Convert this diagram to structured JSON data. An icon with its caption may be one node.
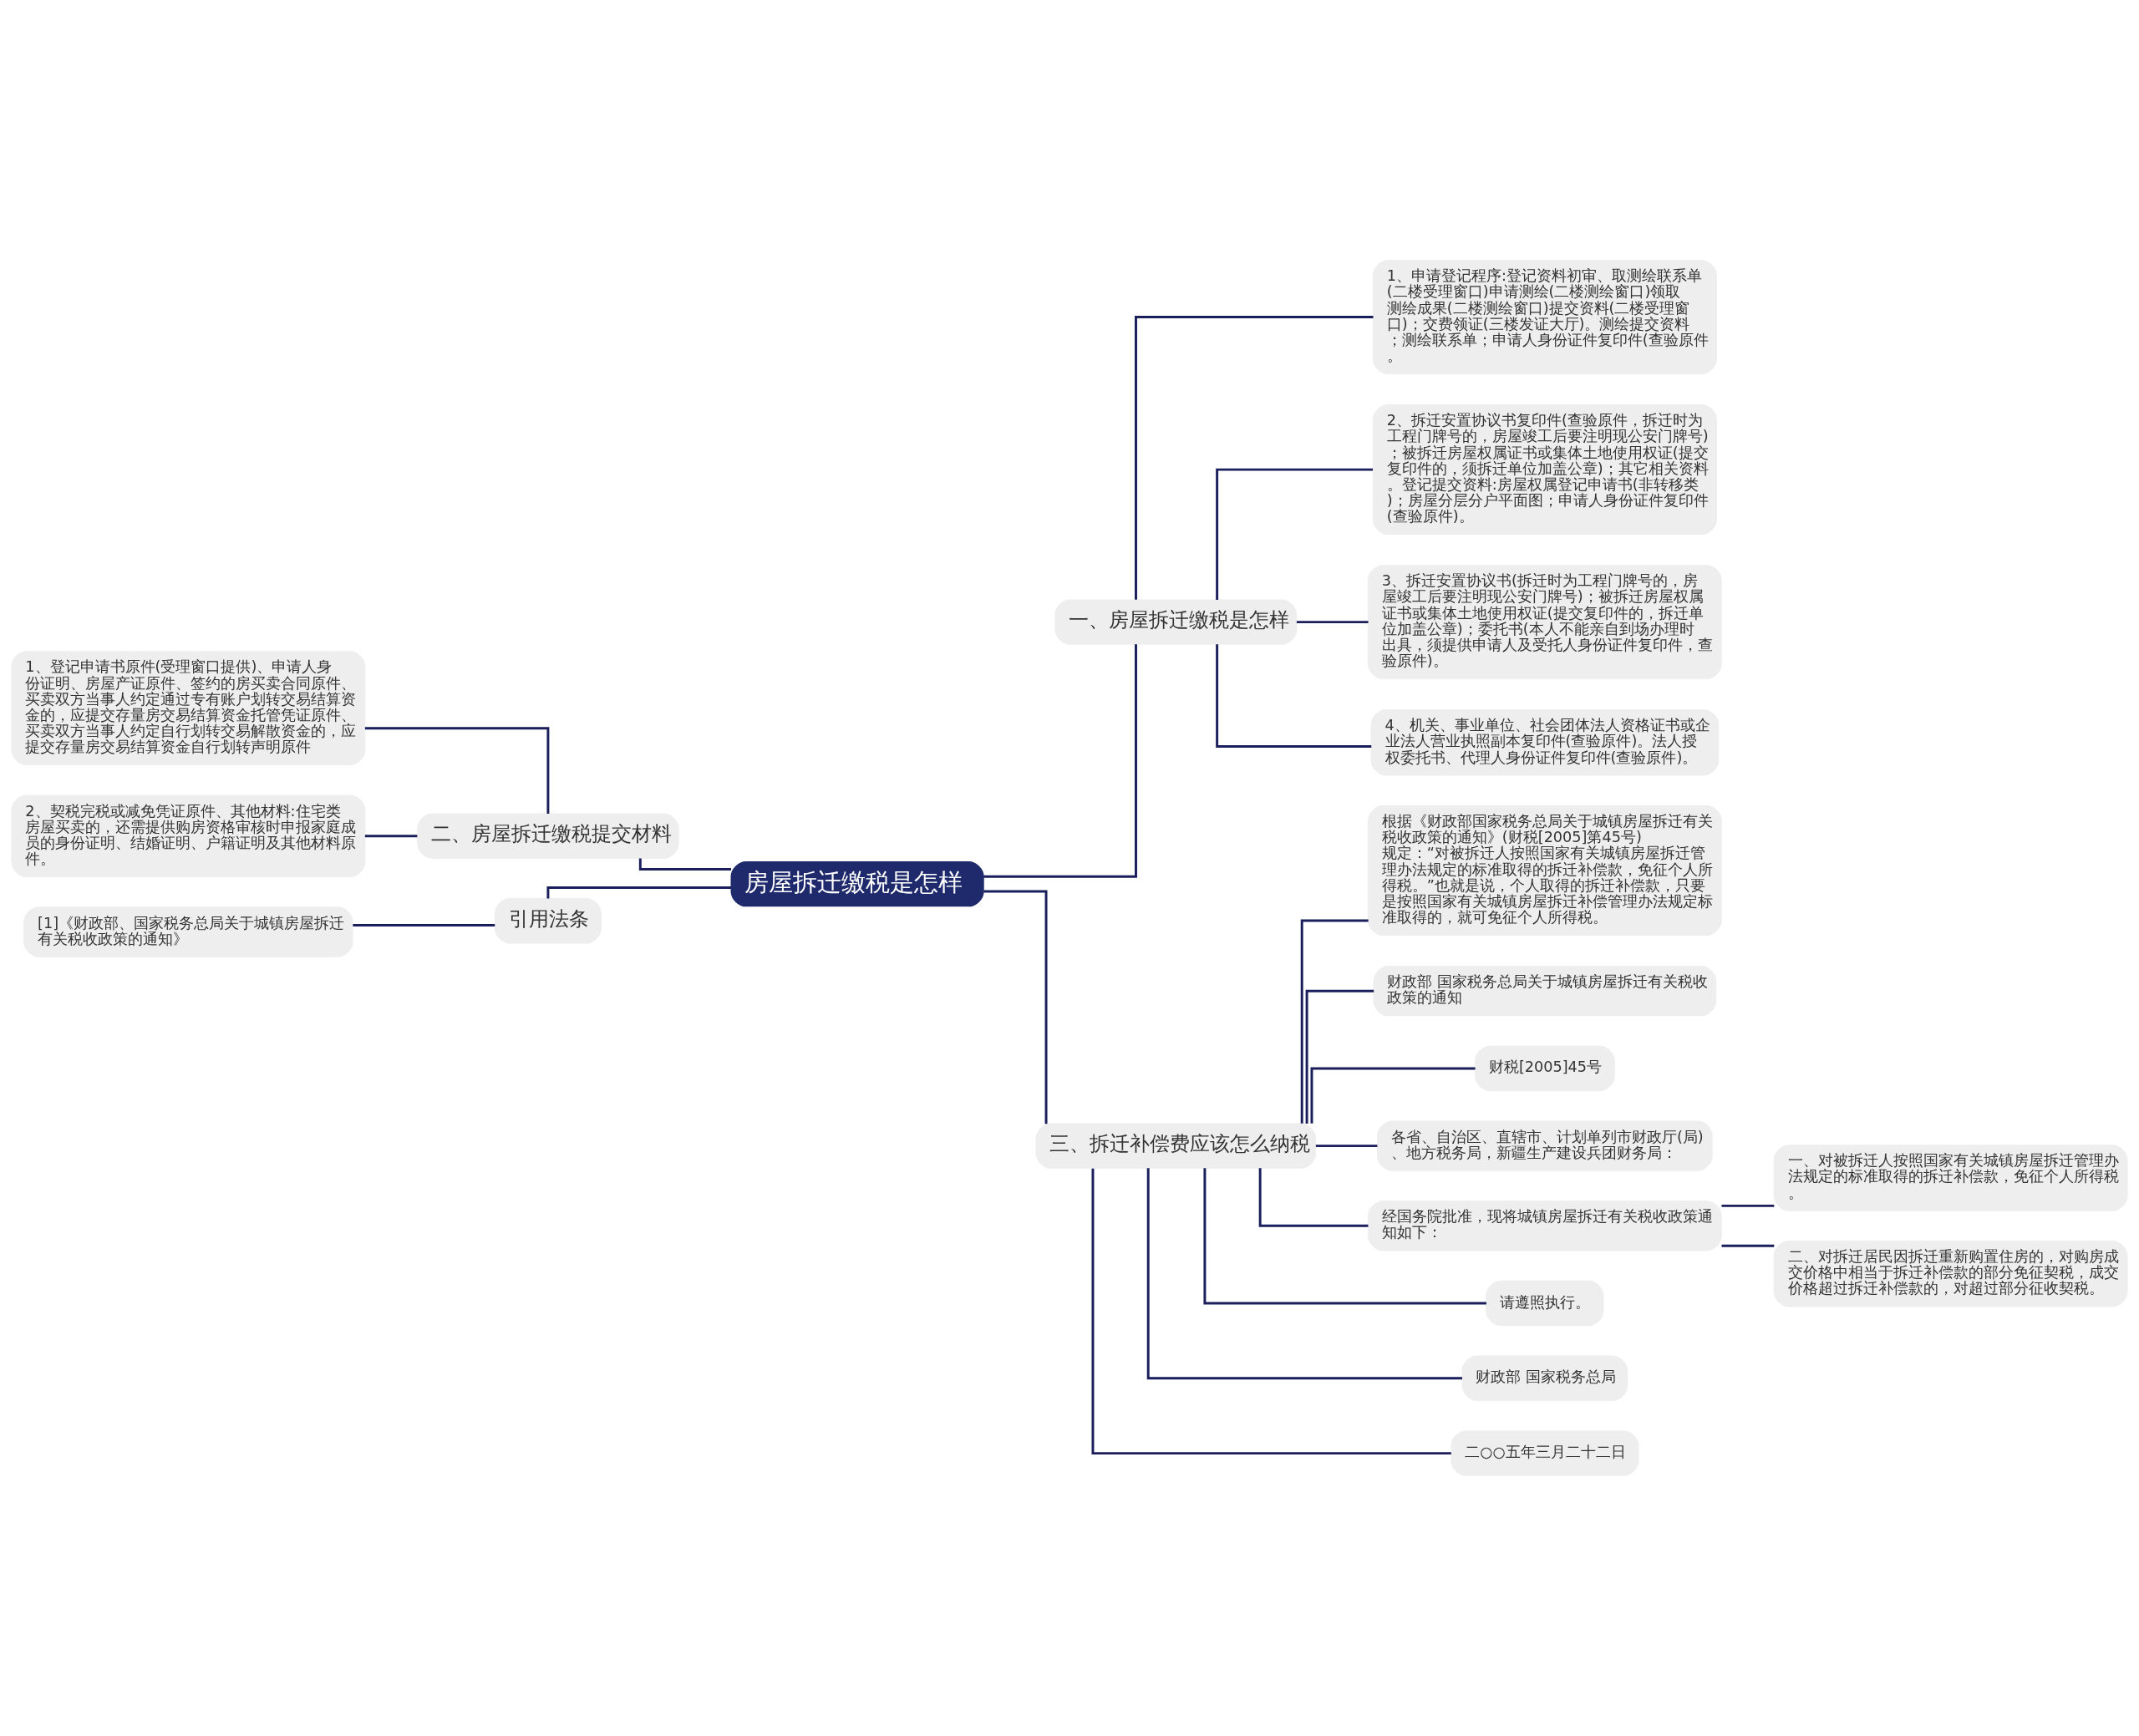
{
  "diagram": {
    "nodes": [
      {
        "text": [
          "房屋拆迁缴税是怎样"
        ]
      },
      {
        "text": [
          "一、房屋拆迁缴税是怎样"
        ]
      },
      {
        "text": [
          "1、申请登记程序:登记资料初审、取测绘联系单(二楼受理窗口)申请测绘(二楼测绘窗口)领取测绘成果(二楼测绘窗口)提交资料(二楼受理窗口)；交费领证(三楼发证大厅)。测绘提交资料；测绘联系单；申请人身份证件复印件(查验原件。"
        ]
      },
      {
        "text": [
          "2、拆迁安置协议书复印件(查验原件，拆迁时为工程门牌号的，房屋竣工后要注明现公安门牌号)；被拆迁房屋权属证书或集体土地使用权证(提交复印件的，须拆迁单位加盖公章)；其它相关资料。登记提交资料:房屋权属登记申请书(非转移类)；房屋分层分户平面图；申请人身份证件复印件(查验原件)。"
        ]
      },
      {
        "text": [
          "3、拆迁安置协议书(拆迁时为工程门牌号的，房屋竣工后要注明现公安门牌号)；被拆迁房屋权属证书或集体土地使用权证(提交复印件的，拆迁单位加盖公章)；委托书(本人不能亲自到场办理时出具，须提供申请人及受托人身份证件复印件，查验原件)。"
        ]
      },
      {
        "text": [
          "4、机关、事业单位、社会团体法人资格证书或企业法人营业执照副本复印件(查验原件)。法人授权委托书、代理人身份证件复印件(查验原件)。"
        ]
      },
      {
        "text": [
          "三、拆迁补偿费应该怎么纳税"
        ]
      },
      {
        "text": [
          "根据《财政部国家税务总局关于城镇房屋拆迁有关税收政策的通知》(财税[2005]第45号)规定：“对被拆迁人按照国家有关城镇房屋拆迁管理办法规定的标准取得的拆迁补偿款，免征个人所得税。”也就是说，个人取得的拆迁补偿款，只要是按照国家有关城镇房屋拆迁补偿管理办法规定标准取得的，就可免征个人所得税。"
        ]
      },
      {
        "text": [
          "财政部 国家税务总局关于城镇房屋拆迁有关税收政策的通知"
        ]
      },
      {
        "text": [
          "财税[2005]45号"
        ]
      },
      {
        "text": [
          "各省、自治区、直辖市、计划单列市财政厅(局)、地方税务局，新疆生产建设兵团财务局："
        ]
      },
      {
        "text": [
          "经国务院批准，现将城镇房屋拆迁有关税收政策通知如下："
        ]
      },
      {
        "text": [
          "一、对被拆迁人按照国家有关城镇房屋拆迁管理办法规定的标准取得的拆迁补偿款，免征个人所得税。"
        ]
      },
      {
        "text": [
          "二、对拆迁居民因拆迁重新购置住房的，对购房成交价格中相当于拆迁补偿款的部分免征契税，成交价格超过拆迁补偿款的，对超过部分征收契税。"
        ]
      },
      {
        "text": [
          "请遵照执行。"
        ]
      },
      {
        "text": [
          "财政部 国家税务总局"
        ]
      },
      {
        "text": [
          "二○○五年三月二十二日"
        ]
      },
      {
        "text": [
          "二、房屋拆迁缴税提交材料"
        ]
      },
      {
        "text": [
          "1、登记申请书原件(受理窗口提供)、申请人身份证明、房屋产证原件、签约的房买卖合同原件、买卖双方当事人约定通过专有账户划转交易结算资金的，应提交存量房交易结算资金托管凭证原件、买卖双方当事人约定自行划转交易解散资金的，应提交存量房交易结算资金自行划转声明原件"
        ]
      },
      {
        "text": [
          "2、契税完税或减免凭证原件、其他材料:住宅类房屋买卖的，还需提供购房资格审核时申报家庭成员的身份证明、结婚证明、户籍证明及其他材料原件。"
        ]
      },
      {
        "text": [
          "引用法条"
        ]
      },
      {
        "text": [
          "[1]《财政部、国家税务总局关于城镇房屋拆迁有关税收政策的通知》"
        ]
      }
    ],
    "edges": [
      {
        "from": 0,
        "to": 1,
        "arrow": "none"
      },
      {
        "from": 1,
        "to": 2,
        "arrow": "none"
      },
      {
        "from": 1,
        "to": 3,
        "arrow": "none"
      },
      {
        "from": 1,
        "to": 4,
        "arrow": "none"
      },
      {
        "from": 1,
        "to": 5,
        "arrow": "none"
      },
      {
        "from": 0,
        "to": 6,
        "arrow": "none"
      },
      {
        "from": 6,
        "to": 7,
        "arrow": "none"
      },
      {
        "from": 6,
        "to": 8,
        "arrow": "none"
      },
      {
        "from": 6,
        "to": 9,
        "arrow": "none"
      },
      {
        "from": 6,
        "to": 10,
        "arrow": "none"
      },
      {
        "from": 6,
        "to": 11,
        "arrow": "none"
      },
      {
        "from": 11,
        "to": 12,
        "arrow": "none"
      },
      {
        "from": 11,
        "to": 13,
        "arrow": "none"
      },
      {
        "from": 6,
        "to": 14,
        "arrow": "none"
      },
      {
        "from": 6,
        "to": 15,
        "arrow": "none"
      },
      {
        "from": 6,
        "to": 16,
        "arrow": "none"
      },
      {
        "from": 0,
        "to": 17,
        "arrow": "none"
      },
      {
        "from": 17,
        "to": 18,
        "arrow": "none"
      },
      {
        "from": 17,
        "to": 19,
        "arrow": "none"
      },
      {
        "from": 0,
        "to": 20,
        "arrow": "none"
      },
      {
        "from": 20,
        "to": 21,
        "arrow": "none"
      }
    ]
  }
}
